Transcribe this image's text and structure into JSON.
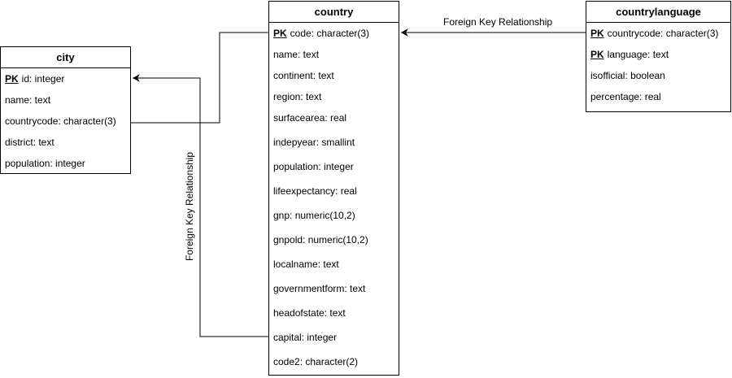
{
  "entities": {
    "city": {
      "title": "city",
      "fields": [
        {
          "pk": "PK",
          "label": "id: integer"
        },
        {
          "pk": "",
          "label": "name: text"
        },
        {
          "pk": "",
          "label": "countrycode: character(3)"
        },
        {
          "pk": "",
          "label": "district: text"
        },
        {
          "pk": "",
          "label": "population: integer"
        }
      ]
    },
    "country": {
      "title": "country",
      "fields": [
        {
          "pk": "PK",
          "label": "code: character(3)"
        },
        {
          "pk": "",
          "label": "name: text"
        },
        {
          "pk": "",
          "label": "continent: text"
        },
        {
          "pk": "",
          "label": "region: text"
        },
        {
          "pk": "",
          "label": "surfacearea: real"
        },
        {
          "pk": "",
          "label": "indepyear: smallint"
        },
        {
          "pk": "",
          "label": "population: integer"
        },
        {
          "pk": "",
          "label": "lifeexpectancy: real"
        },
        {
          "pk": "",
          "label": "gnp: numeric(10,2)"
        },
        {
          "pk": "",
          "label": "gnpold: numeric(10,2)"
        },
        {
          "pk": "",
          "label": "localname: text"
        },
        {
          "pk": "",
          "label": "governmentform: text"
        },
        {
          "pk": "",
          "label": "headofstate: text"
        },
        {
          "pk": "",
          "label": "capital: integer"
        },
        {
          "pk": "",
          "label": "code2: character(2)"
        }
      ]
    },
    "countrylanguage": {
      "title": "countrylanguage",
      "fields": [
        {
          "pk": "PK",
          "label": "countrycode: character(3)"
        },
        {
          "pk": "PK",
          "label": "language: text"
        },
        {
          "pk": "",
          "label": "isofficial: boolean"
        },
        {
          "pk": "",
          "label": "percentage: real"
        }
      ]
    }
  },
  "relationships": [
    {
      "label": "Foreign Key Relationship"
    },
    {
      "label": "Foreign Key Relationship"
    }
  ],
  "colors": {
    "line": "#000000",
    "background": "#ffffff"
  }
}
